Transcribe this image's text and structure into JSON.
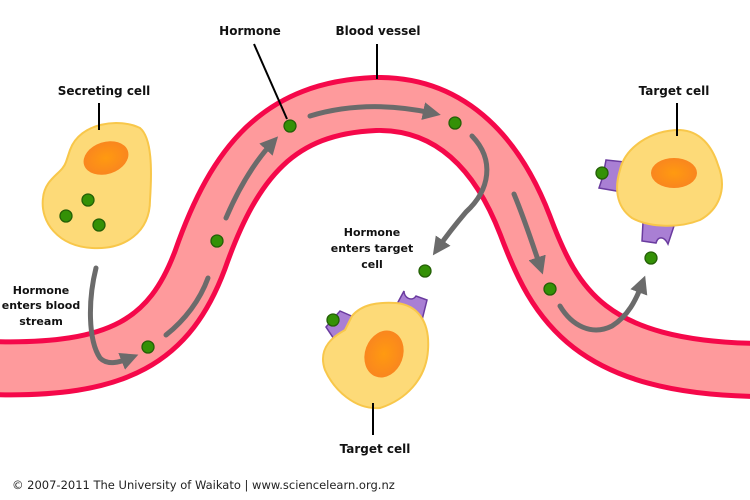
{
  "title": "Hormone transport via the blood stream",
  "labels": {
    "hormone": "Hormone",
    "blood_vessel": "Blood vessel",
    "secreting_cell": "Secreting cell",
    "target_cell_right": "Target cell",
    "target_cell_bottom": "Target cell",
    "enters_blood": [
      "Hormone",
      "enters blood",
      "stream"
    ],
    "enters_target": [
      "Hormone",
      "enters target",
      "cell"
    ]
  },
  "footer": "© 2007-2011 The University of Waikato | www.sciencelearn.org.nz",
  "colors": {
    "vessel_fill": "#fe9a9c",
    "vessel_wall": "#f5084a",
    "cell_fill": "#fdda78",
    "cell_edge": "#f8c74a",
    "nucleus": "#fb8a14",
    "hormone_fill": "#349106",
    "hormone_edge": "#245f06",
    "receptor_fill": "#a97fd4",
    "receptor_edge": "#6a3b9f",
    "arrow": "#6b6b6b"
  },
  "icons": {
    "hormone": "hormone-molecule-icon",
    "receptor": "receptor-icon",
    "flow_arrow": "flow-arrow-icon"
  }
}
